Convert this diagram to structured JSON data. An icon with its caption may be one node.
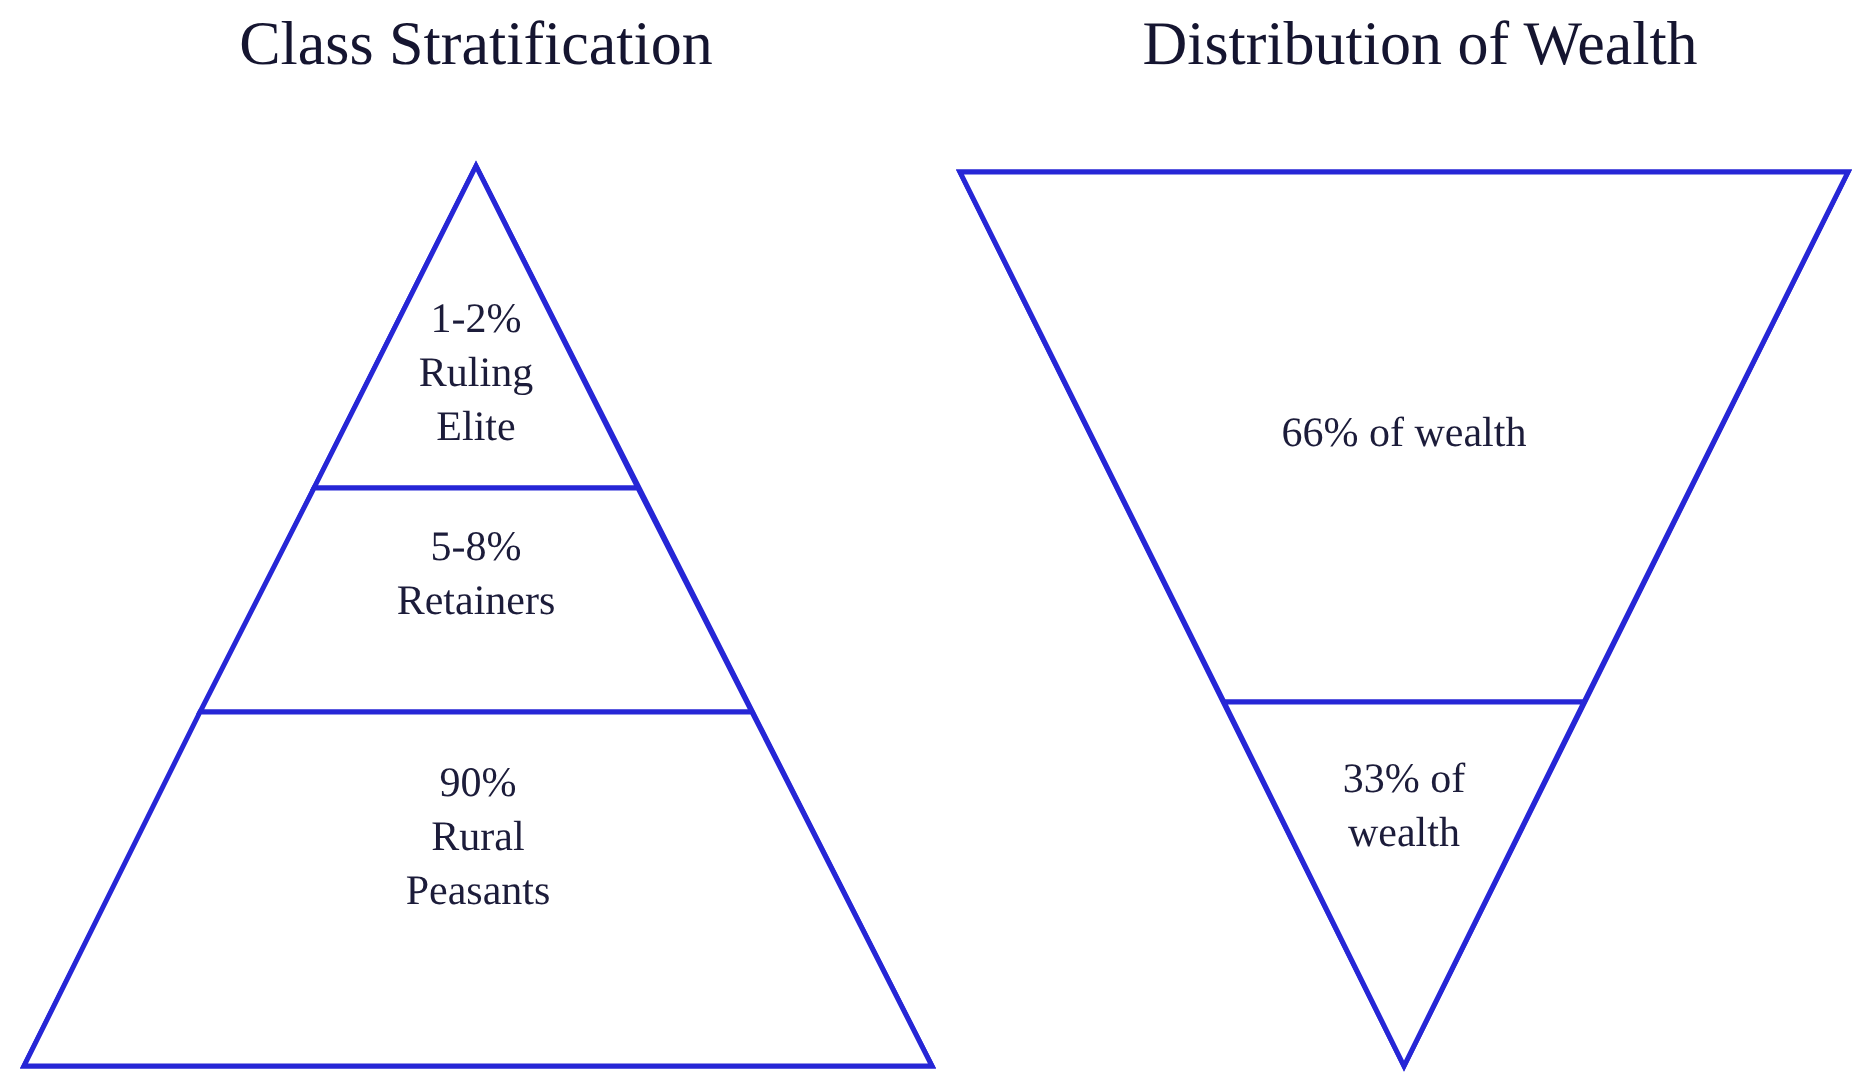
{
  "diagram": {
    "nodes": [
      {
        "text": [
          "Class Stratification"
        ]
      },
      {
        "text": [
          "1-2%",
          "Ruling Elite"
        ],
        "in": 0
      },
      {
        "text": [
          "5-8%",
          "Retainers"
        ],
        "in": 0
      },
      {
        "text": [
          "90%",
          "Rural Peasants"
        ],
        "in": 0
      },
      {
        "text": [
          "Distribution of Wealth"
        ]
      },
      {
        "text": [
          "66% of wealth"
        ],
        "in": 4
      },
      {
        "text": [
          "33% of wealth"
        ],
        "in": 4
      }
    ]
  }
}
